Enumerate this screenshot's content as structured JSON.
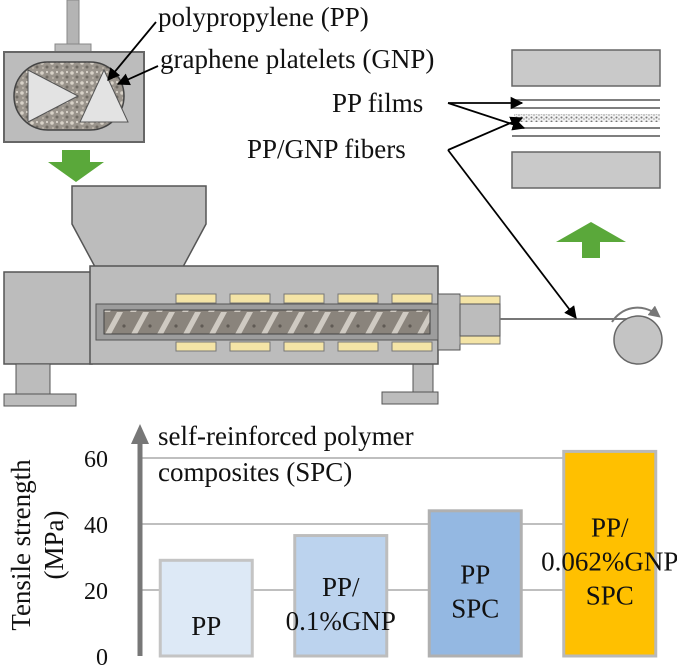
{
  "labels": {
    "pp": "polypropylene (PP)",
    "gnp": "graphene platelets (GNP)",
    "films": "PP films",
    "fibers": "PP/GNP fibers"
  },
  "colors": {
    "machine": "#c9c9c9",
    "machine_dark": "#a9a9a9",
    "heater": "#f4e4a6",
    "arrow_green": "#5aa83a",
    "grid": "#bfbfbf",
    "axis": "#777777"
  },
  "chart_data": {
    "type": "bar",
    "title": "self-reinforced polymer composites (SPC)",
    "title_lines": [
      "self-reinforced polymer",
      "composites (SPC)"
    ],
    "ylabel": "Tensile strength (MPa)",
    "ylabel_lines": [
      "Tensile strength",
      "(MPa)"
    ],
    "ylim": [
      0,
      63
    ],
    "yticks": [
      0,
      20,
      40,
      60
    ],
    "ytick_labels": [
      "0",
      "20",
      "40",
      "60"
    ],
    "grid": true,
    "bars": [
      {
        "lines": [
          "PP"
        ],
        "value": 29,
        "color": "#dde9f6",
        "stroke": "#c4c4c4"
      },
      {
        "lines": [
          "PP/",
          "0.1%GNP"
        ],
        "value": 36.5,
        "color": "#bcd3ee",
        "stroke": "#bdbdbd"
      },
      {
        "lines": [
          "PP",
          "SPC"
        ],
        "value": 44,
        "color": "#94b8e2",
        "stroke": "#b0b0b0"
      },
      {
        "lines": [
          "PP/",
          "0.062%GNP",
          "SPC"
        ],
        "value": 62,
        "color": "#ffc000",
        "stroke": "#b9b9b9"
      }
    ]
  }
}
